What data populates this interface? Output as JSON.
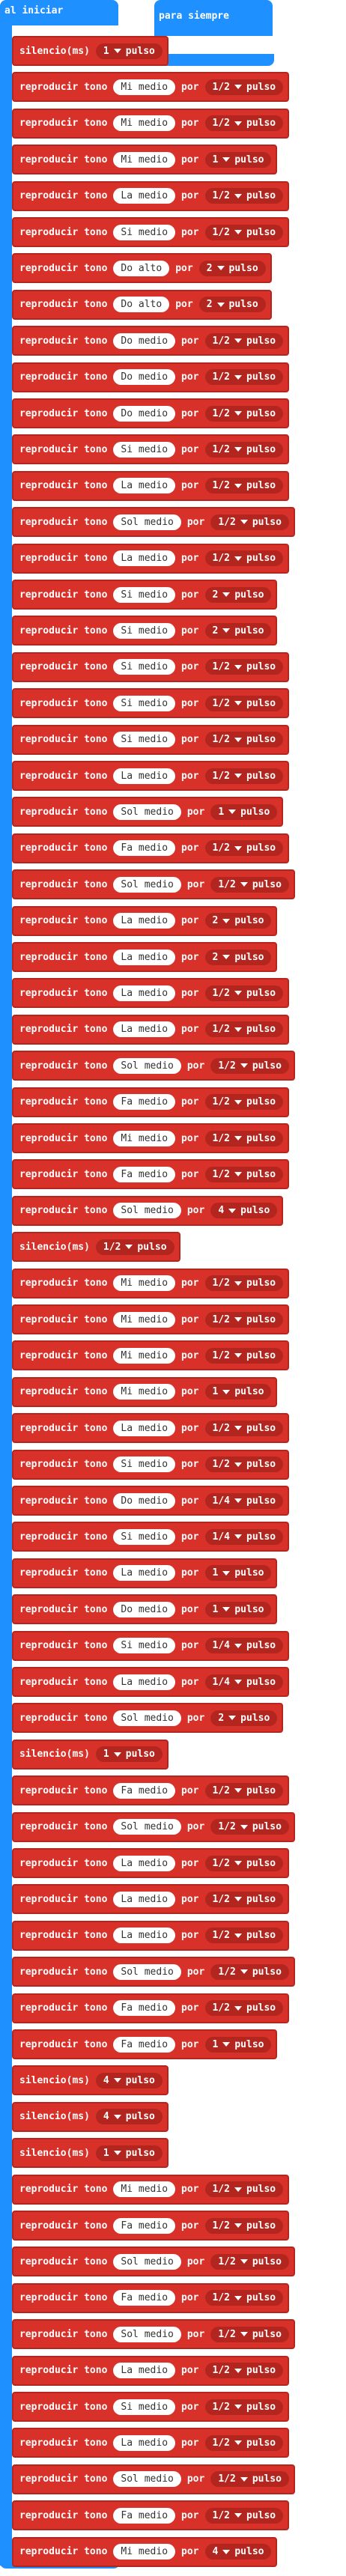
{
  "hat_start": "al iniciar",
  "hat_forever": "para siempre",
  "labels": {
    "play": "reproducir tono",
    "por": "por",
    "rest": "silencio(ms)",
    "unit": "pulso"
  },
  "colors": {
    "music": "#d8312a",
    "event": "#1e90ff"
  },
  "blocks": [
    {
      "type": "rest",
      "dur": "1"
    },
    {
      "type": "tone",
      "note": "Mi medio",
      "dur": "1/2"
    },
    {
      "type": "tone",
      "note": "Mi medio",
      "dur": "1/2"
    },
    {
      "type": "tone",
      "note": "Mi medio",
      "dur": "1"
    },
    {
      "type": "tone",
      "note": "La medio",
      "dur": "1/2"
    },
    {
      "type": "tone",
      "note": "Si medio",
      "dur": "1/2"
    },
    {
      "type": "tone",
      "note": "Do alto",
      "dur": "2"
    },
    {
      "type": "tone",
      "note": "Do alto",
      "dur": "2"
    },
    {
      "type": "tone",
      "note": "Do medio",
      "dur": "1/2"
    },
    {
      "type": "tone",
      "note": "Do medio",
      "dur": "1/2"
    },
    {
      "type": "tone",
      "note": "Do medio",
      "dur": "1/2"
    },
    {
      "type": "tone",
      "note": "Si medio",
      "dur": "1/2"
    },
    {
      "type": "tone",
      "note": "La medio",
      "dur": "1/2"
    },
    {
      "type": "tone",
      "note": "Sol medio",
      "dur": "1/2"
    },
    {
      "type": "tone",
      "note": "La medio",
      "dur": "1/2"
    },
    {
      "type": "tone",
      "note": "Si medio",
      "dur": "2"
    },
    {
      "type": "tone",
      "note": "Si medio",
      "dur": "2"
    },
    {
      "type": "tone",
      "note": "Si medio",
      "dur": "1/2"
    },
    {
      "type": "tone",
      "note": "Si medio",
      "dur": "1/2"
    },
    {
      "type": "tone",
      "note": "Si medio",
      "dur": "1/2"
    },
    {
      "type": "tone",
      "note": "La medio",
      "dur": "1/2"
    },
    {
      "type": "tone",
      "note": "Sol medio",
      "dur": "1"
    },
    {
      "type": "tone",
      "note": "Fa medio",
      "dur": "1/2"
    },
    {
      "type": "tone",
      "note": "Sol medio",
      "dur": "1/2"
    },
    {
      "type": "tone",
      "note": "La medio",
      "dur": "2"
    },
    {
      "type": "tone",
      "note": "La medio",
      "dur": "2"
    },
    {
      "type": "tone",
      "note": "La medio",
      "dur": "1/2"
    },
    {
      "type": "tone",
      "note": "La medio",
      "dur": "1/2"
    },
    {
      "type": "tone",
      "note": "Sol medio",
      "dur": "1/2"
    },
    {
      "type": "tone",
      "note": "Fa medio",
      "dur": "1/2"
    },
    {
      "type": "tone",
      "note": "Mi medio",
      "dur": "1/2"
    },
    {
      "type": "tone",
      "note": "Fa medio",
      "dur": "1/2"
    },
    {
      "type": "tone",
      "note": "Sol medio",
      "dur": "4"
    },
    {
      "type": "rest",
      "dur": "1/2"
    },
    {
      "type": "tone",
      "note": "Mi medio",
      "dur": "1/2"
    },
    {
      "type": "tone",
      "note": "Mi medio",
      "dur": "1/2"
    },
    {
      "type": "tone",
      "note": "Mi medio",
      "dur": "1/2"
    },
    {
      "type": "tone",
      "note": "Mi medio",
      "dur": "1"
    },
    {
      "type": "tone",
      "note": "La medio",
      "dur": "1/2"
    },
    {
      "type": "tone",
      "note": "Si medio",
      "dur": "1/2"
    },
    {
      "type": "tone",
      "note": "Do medio",
      "dur": "1/4"
    },
    {
      "type": "tone",
      "note": "Si medio",
      "dur": "1/4"
    },
    {
      "type": "tone",
      "note": "La medio",
      "dur": "1"
    },
    {
      "type": "tone",
      "note": "Do medio",
      "dur": "1"
    },
    {
      "type": "tone",
      "note": "Si medio",
      "dur": "1/4"
    },
    {
      "type": "tone",
      "note": "La medio",
      "dur": "1/4"
    },
    {
      "type": "tone",
      "note": "Sol medio",
      "dur": "2"
    },
    {
      "type": "rest",
      "dur": "1"
    },
    {
      "type": "tone",
      "note": "Fa medio",
      "dur": "1/2"
    },
    {
      "type": "tone",
      "note": "Sol medio",
      "dur": "1/2"
    },
    {
      "type": "tone",
      "note": "La medio",
      "dur": "1/2"
    },
    {
      "type": "tone",
      "note": "La medio",
      "dur": "1/2"
    },
    {
      "type": "tone",
      "note": "La medio",
      "dur": "1/2"
    },
    {
      "type": "tone",
      "note": "Sol medio",
      "dur": "1/2"
    },
    {
      "type": "tone",
      "note": "Fa medio",
      "dur": "1/2"
    },
    {
      "type": "tone",
      "note": "Fa medio",
      "dur": "1"
    },
    {
      "type": "rest",
      "dur": "4"
    },
    {
      "type": "rest",
      "dur": "4"
    },
    {
      "type": "rest",
      "dur": "1"
    },
    {
      "type": "tone",
      "note": "Mi medio",
      "dur": "1/2"
    },
    {
      "type": "tone",
      "note": "Fa medio",
      "dur": "1/2"
    },
    {
      "type": "tone",
      "note": "Sol medio",
      "dur": "1/2"
    },
    {
      "type": "tone",
      "note": "Fa medio",
      "dur": "1/2"
    },
    {
      "type": "tone",
      "note": "Sol medio",
      "dur": "1/2"
    },
    {
      "type": "tone",
      "note": "La medio",
      "dur": "1/2"
    },
    {
      "type": "tone",
      "note": "Si medio",
      "dur": "1/2"
    },
    {
      "type": "tone",
      "note": "La medio",
      "dur": "1/2"
    },
    {
      "type": "tone",
      "note": "Sol medio",
      "dur": "1/2"
    },
    {
      "type": "tone",
      "note": "Fa medio",
      "dur": "1/2"
    },
    {
      "type": "tone",
      "note": "Mi medio",
      "dur": "4"
    }
  ]
}
